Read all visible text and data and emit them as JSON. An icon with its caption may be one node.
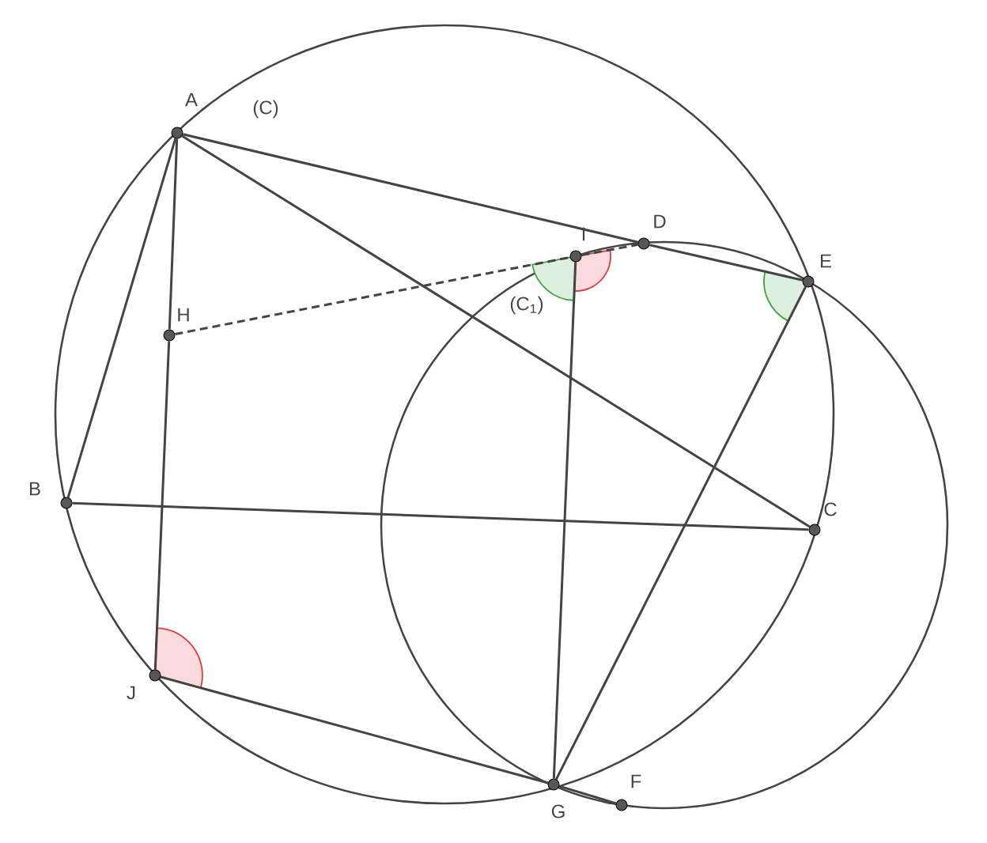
{
  "diagram": {
    "nodes": [
      {
        "text": [
          "A"
        ]
      },
      {
        "text": [
          "B"
        ]
      },
      {
        "text": [
          "C"
        ]
      },
      {
        "text": [
          "D"
        ]
      },
      {
        "text": [
          "E"
        ]
      },
      {
        "text": [
          "F"
        ]
      },
      {
        "text": [
          "G"
        ]
      },
      {
        "text": [
          "H"
        ]
      },
      {
        "text": [
          "I"
        ]
      },
      {
        "text": [
          "J"
        ]
      }
    ],
    "edges": [
      {
        "from": 0,
        "to": 1,
        "arrow": "none"
      },
      {
        "from": 0,
        "to": 7,
        "arrow": "none"
      },
      {
        "from": 7,
        "to": 9,
        "arrow": "none"
      },
      {
        "from": 0,
        "to": 3,
        "arrow": "none"
      },
      {
        "from": 3,
        "to": 4,
        "arrow": "none"
      },
      {
        "from": 0,
        "to": 2,
        "arrow": "none"
      },
      {
        "from": 1,
        "to": 2,
        "arrow": "none"
      },
      {
        "from": 7,
        "to": 8,
        "arrow": "none",
        "style": "dashed"
      },
      {
        "from": 8,
        "to": 3,
        "arrow": "none",
        "style": "dashed"
      },
      {
        "from": 8,
        "to": 6,
        "arrow": "none"
      },
      {
        "from": 4,
        "to": 6,
        "arrow": "none"
      },
      {
        "from": 9,
        "to": 6,
        "arrow": "none"
      },
      {
        "from": 6,
        "to": 5,
        "arrow": "none"
      }
    ],
    "labels": [
      "(C)",
      "(C$_{1}$)"
    ]
  }
}
